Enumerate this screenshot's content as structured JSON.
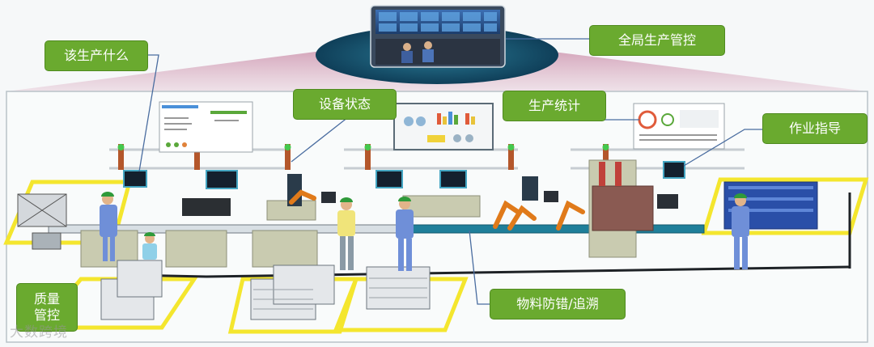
{
  "labels": {
    "what_to_produce": "该生产什么",
    "global_control": "全局生产管控",
    "equipment_status": "设备状态",
    "production_stats": "生产统计",
    "work_guidance": "作业指导",
    "material_traceability": "物料防错/追溯",
    "quality_control_line1": "质量",
    "quality_control_line2": "管控"
  },
  "watermark": "大数跨境",
  "colors": {
    "label_green": "#6aaa2f",
    "ellipse_teal": "#1c5b7a",
    "floor_yellow": "#f4e62e",
    "machine_gray": "#c9cbb0",
    "robot_orange": "#e07a1a",
    "worker_blue": "#6f8fd8",
    "worker_green_cap": "#2f9a3a"
  }
}
